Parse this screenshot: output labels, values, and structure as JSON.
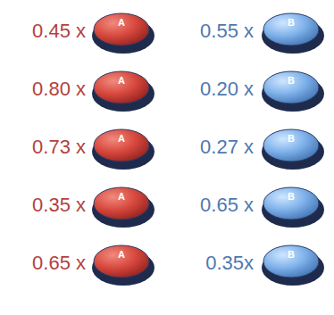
{
  "diagram": {
    "nodes": [
      {
        "text": [
          "A"
        ]
      },
      {
        "text": [
          "B"
        ]
      },
      {
        "text": [
          "A"
        ]
      },
      {
        "text": [
          "B"
        ]
      },
      {
        "text": [
          "A"
        ]
      },
      {
        "text": [
          "B"
        ]
      },
      {
        "text": [
          "A"
        ]
      },
      {
        "text": [
          "B"
        ]
      },
      {
        "text": [
          "A"
        ]
      },
      {
        "text": [
          "B"
        ]
      }
    ],
    "labels": [
      "0.45 x",
      "0.55 x",
      "0.80 x",
      "0.20 x",
      "0.73 x",
      "0.27 x",
      "0.35 x",
      "0.65 x",
      "0.65 x",
      "0.35x"
    ]
  }
}
